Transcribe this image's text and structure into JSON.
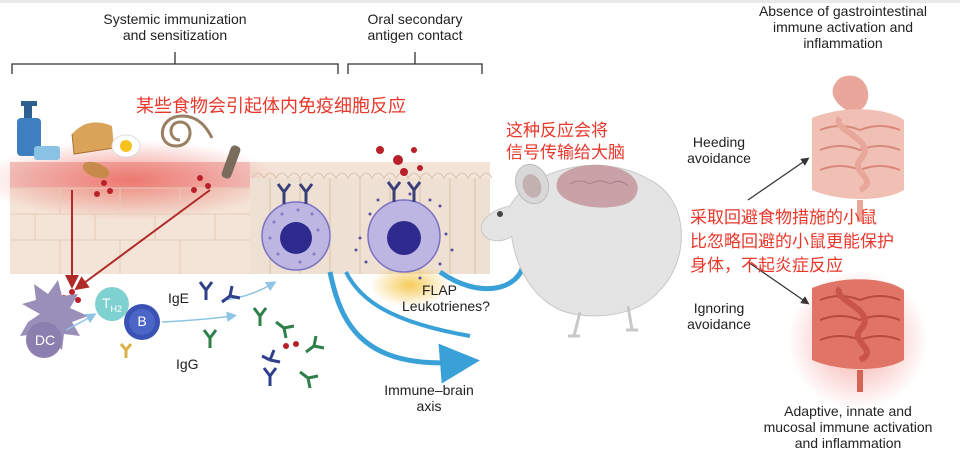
{
  "headers": {
    "systemic": [
      "Systemic immunization",
      "and sensitization"
    ],
    "oral": [
      "Oral secondary",
      "antigen contact"
    ],
    "absence": [
      "Absence of gastrointestinal",
      "immune activation and",
      "inflammation"
    ]
  },
  "annotations_cn": {
    "food_reaction": "某些食物会引起体内免疫细胞反应",
    "signal_brain": [
      "这种反应会将",
      "信号传输给大脑"
    ],
    "avoid_mice": [
      "采取回避食物措施的小鼠",
      "比忽略回避的小鼠更能保护",
      "身体，不起炎症反应"
    ]
  },
  "cells": {
    "dc": "DC",
    "th2": "T",
    "th2_sub": "H2",
    "b": "B"
  },
  "antibodies": {
    "ige": "IgE",
    "igg": "IgG"
  },
  "mediators": [
    "FLAP",
    "Leukotrienes?"
  ],
  "axis": [
    "Immune–brain",
    "axis"
  ],
  "behaviors": {
    "heeding": [
      "Heeding",
      "avoidance"
    ],
    "ignoring": [
      "Ignoring",
      "avoidance"
    ]
  },
  "outcome": [
    "Adaptive, innate and",
    "mucosal immune activation",
    "and inflammation"
  ],
  "colors": {
    "annotation": "#e8372b",
    "flow_arrow": "#3aa0d8",
    "dc_cell": "#9a8fb8",
    "mast_cell": "#5b4fa3",
    "gut_healthy": "#e8a79a",
    "gut_inflamed": "#e07567"
  }
}
